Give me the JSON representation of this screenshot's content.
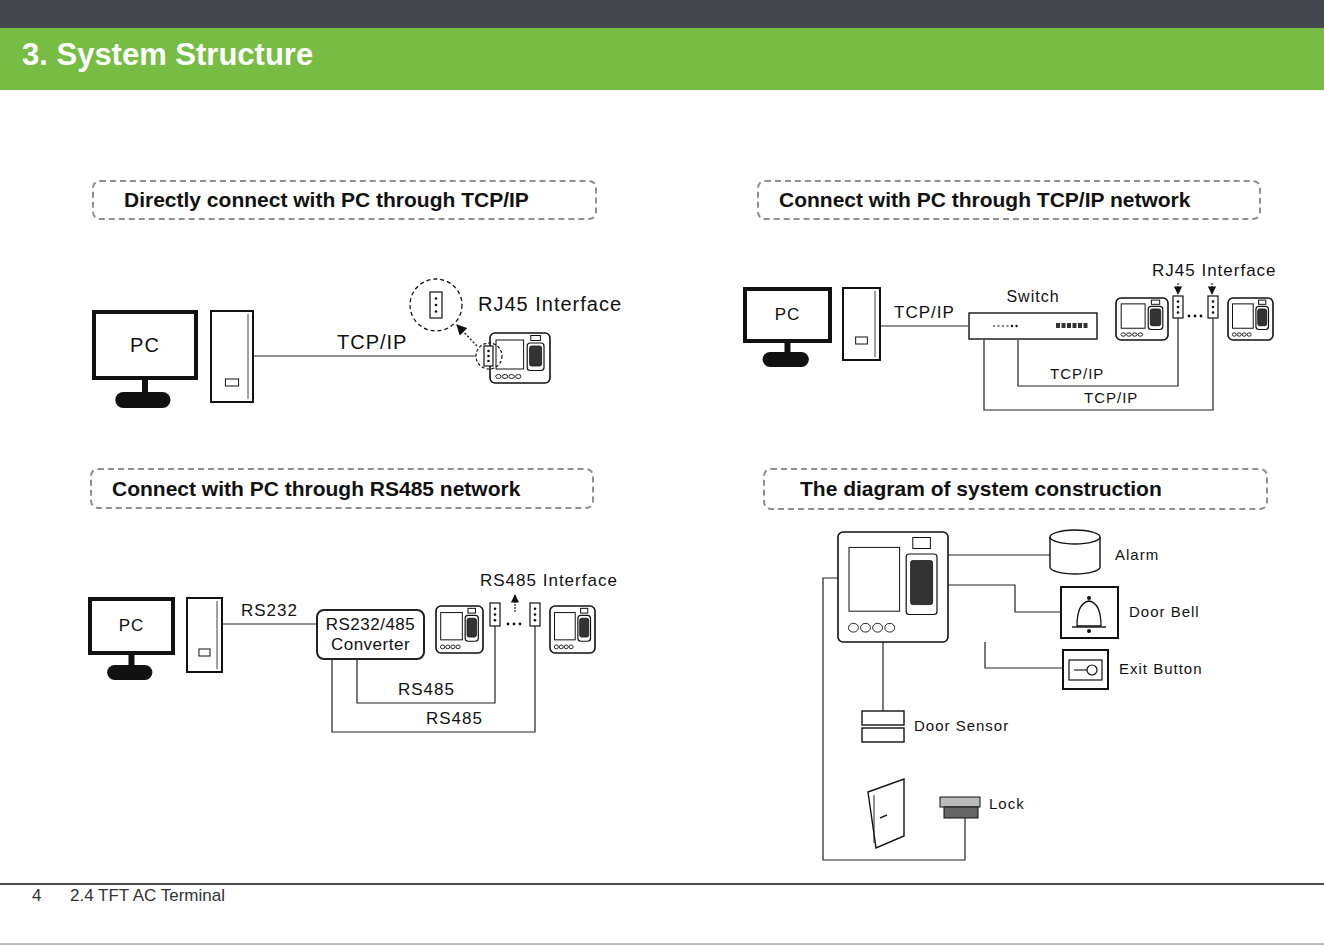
{
  "diagram": {
    "title": "3. System Structure",
    "nodes": [
      {
        "text": [
          "Directly connect with PC through TCP/IP"
        ]
      },
      {
        "text": [
          "Connect with PC through TCP/IP network"
        ]
      },
      {
        "text": [
          "PC"
        ]
      },
      {
        "text": [
          "PC"
        ]
      },
      {
        "text": [
          "Switch"
        ]
      },
      {
        "text": [
          "Connect with PC through RS485 network"
        ]
      },
      {
        "text": [
          "The diagram of system construction"
        ]
      },
      {
        "text": [
          "PC"
        ]
      },
      {
        "text": [
          "RS232/485 Converter"
        ]
      }
    ],
    "edges": [
      {
        "from": 3,
        "to": 4,
        "label": "TCP/IP",
        "arrow": "none"
      },
      {
        "from": 7,
        "to": 8,
        "label": "RS232",
        "arrow": "none"
      }
    ],
    "labels": [
      "TCP/IP",
      "RJ45 Interface",
      "RJ45 Interface",
      "TCP/IP",
      "TCP/IP",
      "RS485 Interface",
      "RS485",
      "RS485",
      "Alarm",
      "Door Bell",
      "Exit Button",
      "Door Sensor",
      "Lock",
      "4",
      "2.4 TFT AC Terminal"
    ]
  }
}
